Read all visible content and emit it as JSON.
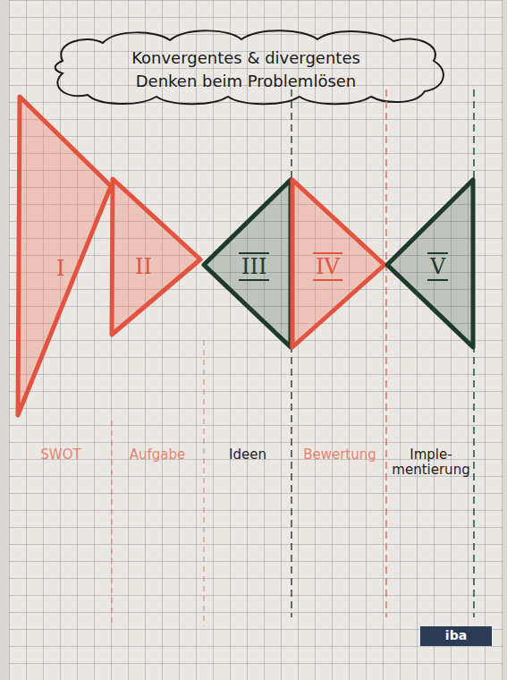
{
  "diagram": {
    "title": "Konvergentes & divergentes Denken beim Problemlösen",
    "nodes": [
      {
        "text": [
          "I"
        ]
      },
      {
        "text": [
          "II"
        ]
      },
      {
        "text": [
          "III"
        ]
      },
      {
        "text": [
          "IV"
        ]
      },
      {
        "text": [
          "V"
        ]
      }
    ],
    "labels": [
      "SWOT",
      "Aufgabe",
      "Ideen",
      "Bewertung",
      "Imple- mentierung",
      "iba"
    ]
  }
}
